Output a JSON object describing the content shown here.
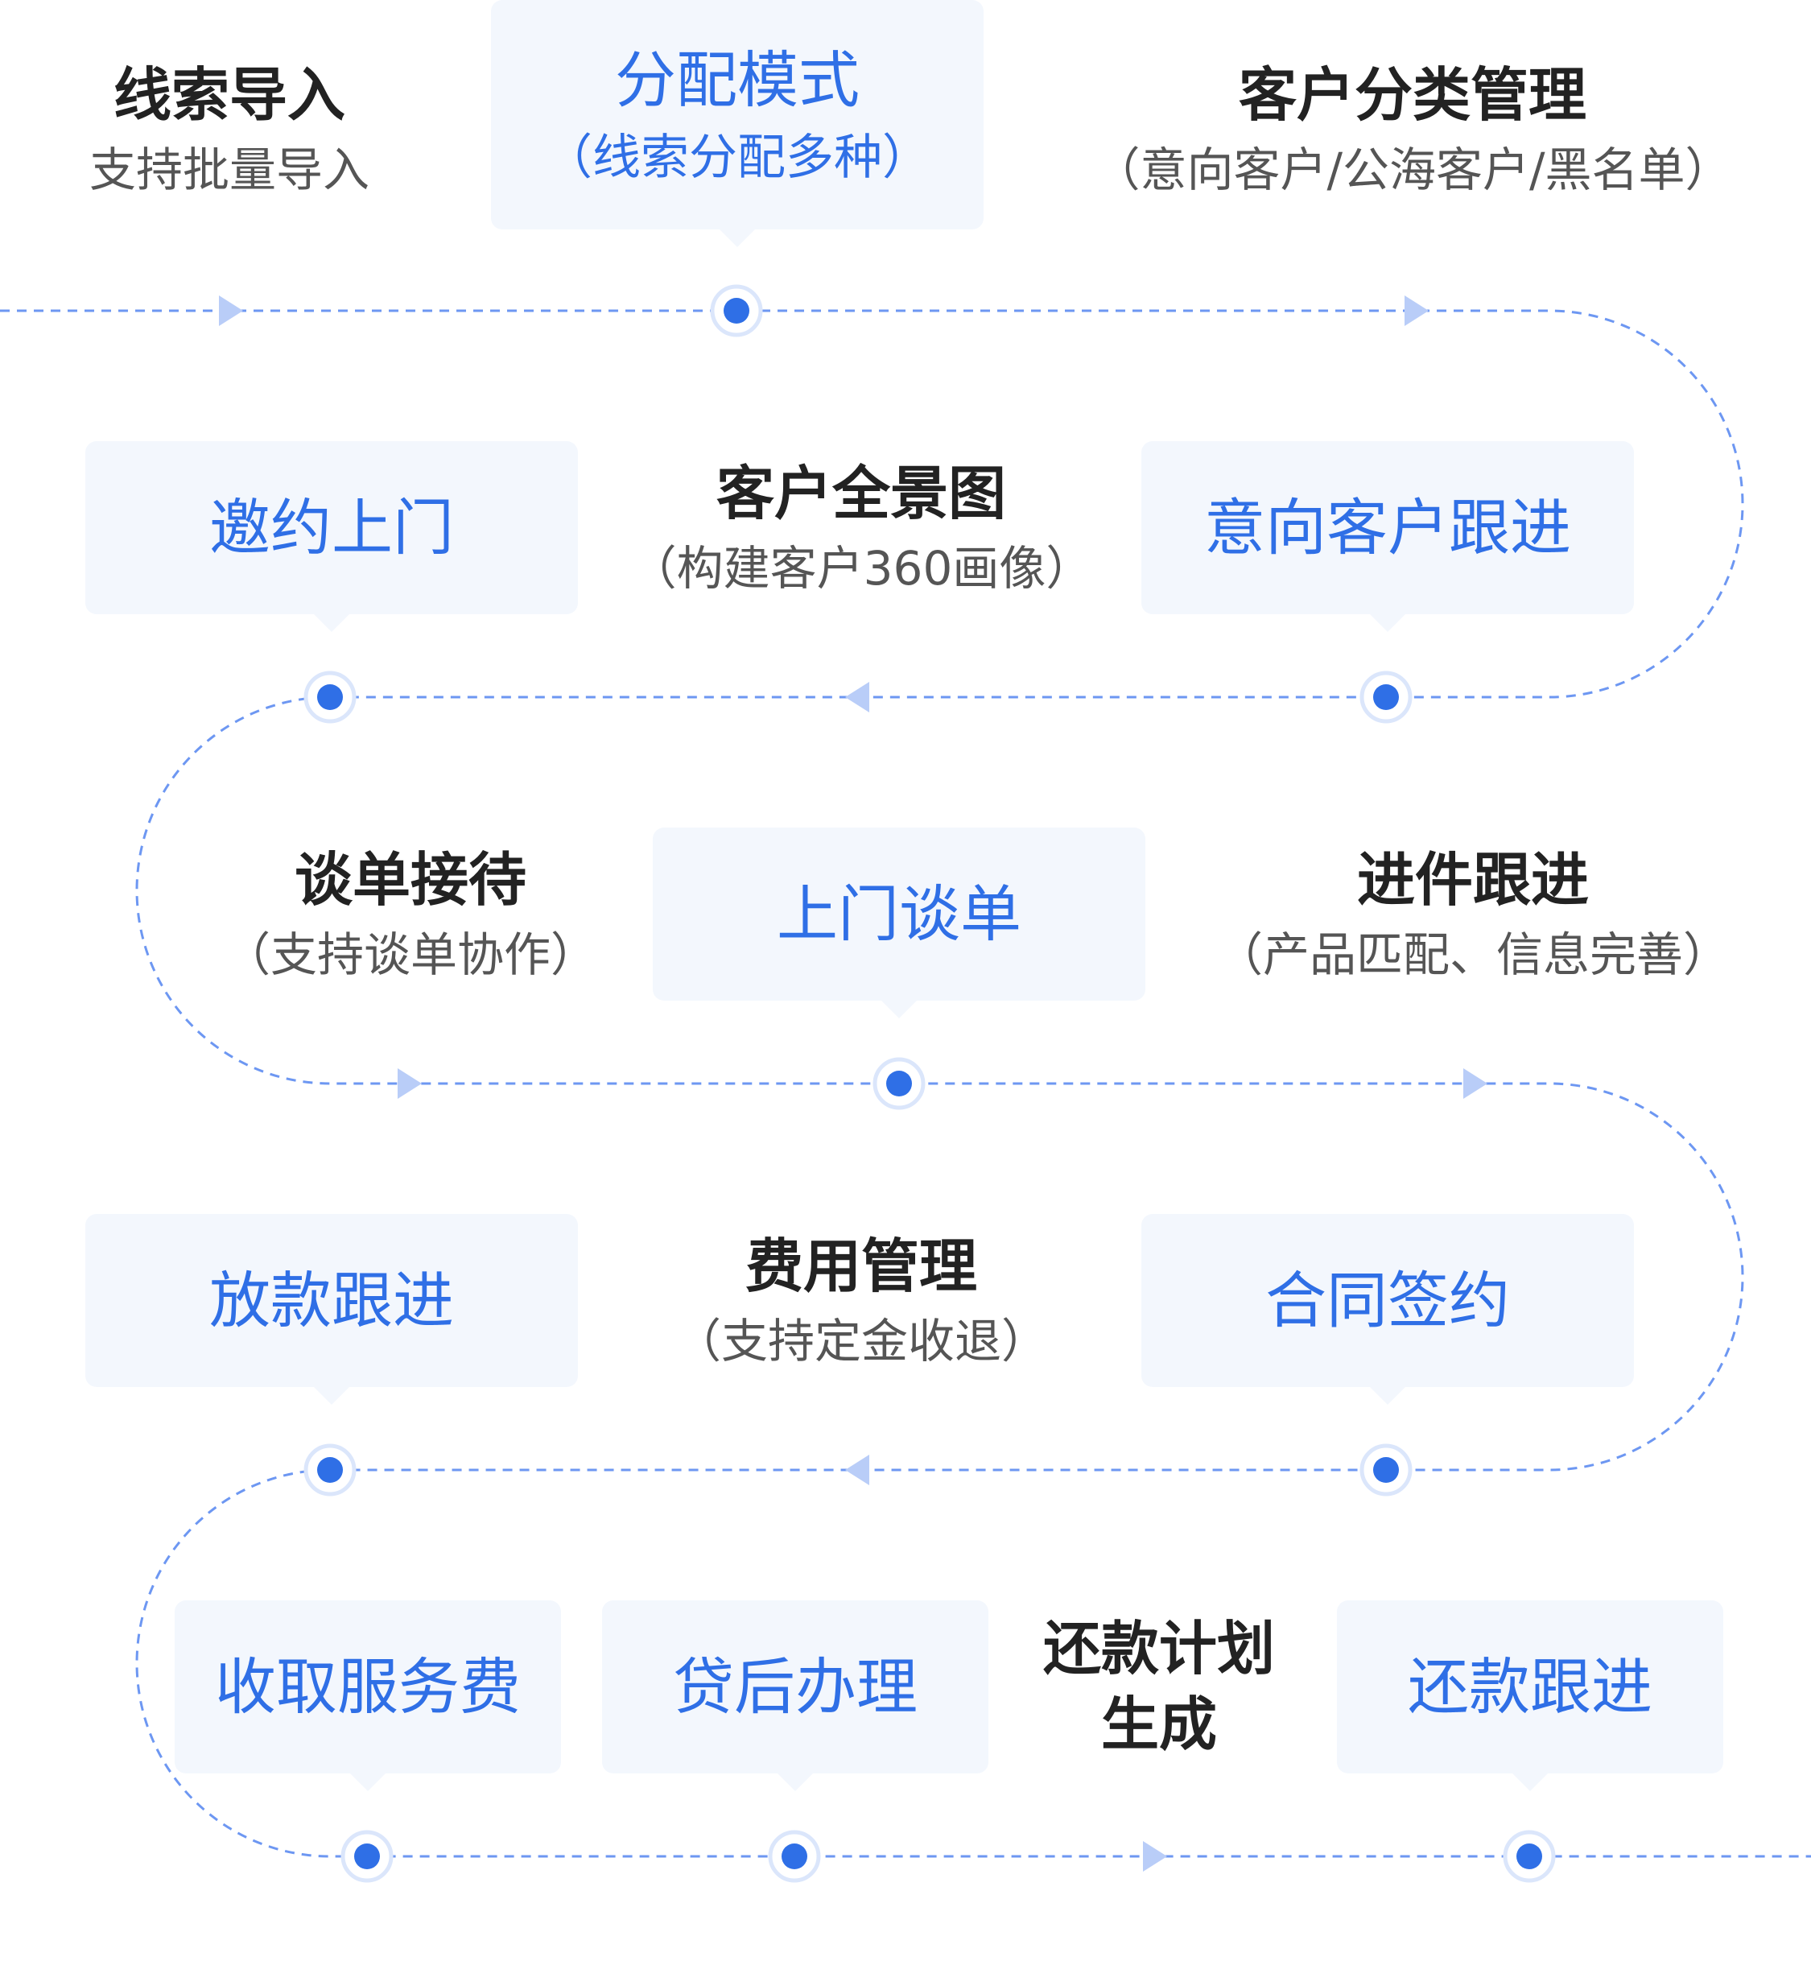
{
  "colors": {
    "accent": "#2f6fe6",
    "box_bg": "#f3f7fd",
    "dash": "#6d97f2",
    "arrow": "#b9cdf8",
    "dark_text": "#222222",
    "sub_text": "#555555"
  },
  "steps": [
    {
      "id": "lead-import",
      "title": "线索导入",
      "sub": "支持批量导入",
      "style": "plain"
    },
    {
      "id": "allocation-mode",
      "title": "分配模式",
      "sub": "（线索分配多种）",
      "style": "box"
    },
    {
      "id": "customer-classification",
      "title": "客户分类管理",
      "sub": "（意向客户/公海客户/黑名单）",
      "style": "plain"
    },
    {
      "id": "intent-followup",
      "title": "意向客户跟进",
      "sub": "",
      "style": "box"
    },
    {
      "id": "customer-panorama",
      "title": "客户全景图",
      "sub": "（构建客户360画像）",
      "style": "plain"
    },
    {
      "id": "invite-visit",
      "title": "邀约上门",
      "sub": "",
      "style": "box"
    },
    {
      "id": "negotiation-reception",
      "title": "谈单接待",
      "sub": "（支持谈单协作）",
      "style": "plain"
    },
    {
      "id": "onsite-negotiation",
      "title": "上门谈单",
      "sub": "",
      "style": "box"
    },
    {
      "id": "application-followup",
      "title": "进件跟进",
      "sub": "（产品匹配、信息完善）",
      "style": "plain"
    },
    {
      "id": "contract-signing",
      "title": "合同签约",
      "sub": "",
      "style": "box"
    },
    {
      "id": "fee-management",
      "title": "费用管理",
      "sub": "（支持定金收退）",
      "style": "plain"
    },
    {
      "id": "disbursement-followup",
      "title": "放款跟进",
      "sub": "",
      "style": "box"
    },
    {
      "id": "collect-service-fee",
      "title": "收取服务费",
      "sub": "",
      "style": "box"
    },
    {
      "id": "post-loan-handling",
      "title": "贷后办理",
      "sub": "",
      "style": "box"
    },
    {
      "id": "repayment-plan",
      "title": "还款计划生成",
      "sub": "",
      "style": "plain"
    },
    {
      "id": "repayment-followup",
      "title": "还款跟进",
      "sub": "",
      "style": "box"
    }
  ]
}
